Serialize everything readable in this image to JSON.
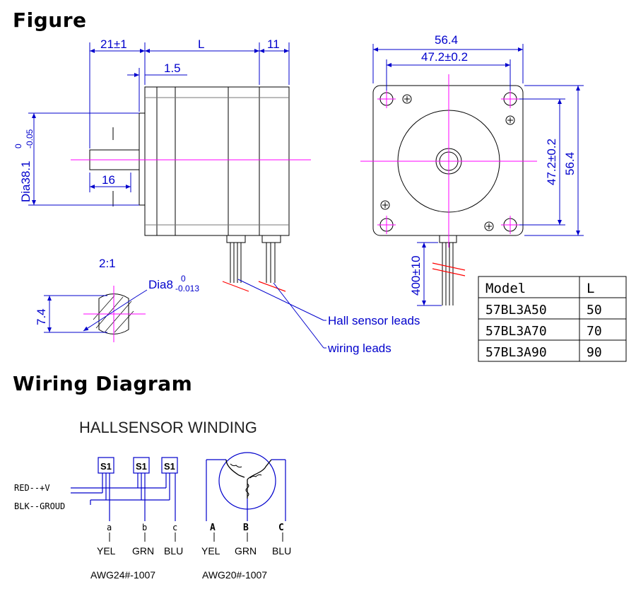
{
  "headings": {
    "figure": "Figure",
    "wiring": "Wiring Diagram"
  },
  "side_view": {
    "shaft_length": "21±1",
    "body_length": "L",
    "rear_length": "11",
    "flange_thickness": "1.5",
    "flat_length": "16",
    "pilot_dia": "Dia38.1",
    "pilot_tol_upper": "0",
    "pilot_tol_lower": "-0.05"
  },
  "front_view": {
    "width": "56.4",
    "hole_spacing_h": "47.2±0.2",
    "hole_spacing_v": "47.2±0.2",
    "height": "56.4",
    "lead_length": "400±10"
  },
  "shaft_detail": {
    "scale": "2:1",
    "flat_height": "7.4",
    "dia": "Dia8",
    "tol_upper": "0",
    "tol_lower": "-0.013"
  },
  "callouts": {
    "hall": "Hall sensor leads",
    "wiring": "wiring leads"
  },
  "model_table": {
    "headers": [
      "Model",
      "L"
    ],
    "rows": [
      [
        "57BL3A50",
        "50"
      ],
      [
        "57BL3A70",
        "70"
      ],
      [
        "57BL3A90",
        "90"
      ]
    ]
  },
  "wiring": {
    "title": "HALLSENSOR WINDING",
    "sensor_label": "S1",
    "red": "RED--+V",
    "blk": "BLK--GROUD",
    "hall_pins": [
      "a",
      "b",
      "c"
    ],
    "hall_colors": [
      "YEL",
      "GRN",
      "BLU"
    ],
    "winding_pins": [
      "A",
      "B",
      "C"
    ],
    "winding_colors": [
      "YEL",
      "GRN",
      "BLU"
    ],
    "awg_hall": "AWG24#-1007",
    "awg_winding": "AWG20#-1007"
  },
  "colors": {
    "dimension": "#0000cc",
    "centerline": "#ff00ff",
    "cut": "#ff0000",
    "outline": "#000000"
  }
}
